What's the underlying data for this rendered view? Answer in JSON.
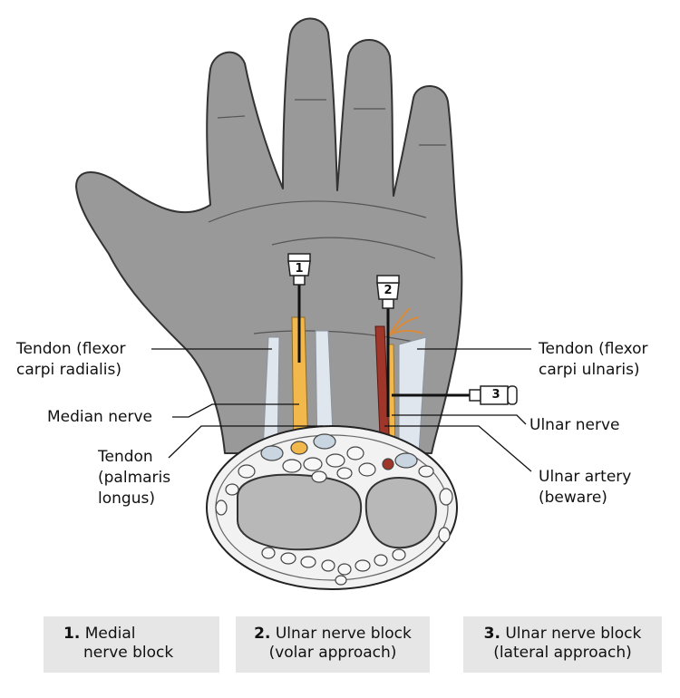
{
  "labels": {
    "fcr_tendon": [
      "Tendon (flexor",
      "carpi radialis)"
    ],
    "median_nerve": "Median nerve",
    "pl_tendon": [
      "Tendon",
      "(palmaris",
      "longus)"
    ],
    "fcu_tendon": [
      "Tendon (flexor",
      "carpi ulnaris)"
    ],
    "ulnar_nerve": "Ulnar nerve",
    "ulnar_artery": [
      "Ulnar artery",
      "(beware)"
    ]
  },
  "needles": [
    "1",
    "2",
    "3"
  ],
  "captions": [
    {
      "number": "1.",
      "line1": "Medial",
      "line2": "nerve block"
    },
    {
      "number": "2.",
      "line1": "Ulnar nerve block",
      "line2": "(volar approach)"
    },
    {
      "number": "3.",
      "line1": "Ulnar nerve block",
      "line2": "(lateral approach)"
    }
  ],
  "colors": {
    "hand": "#999999",
    "hand_outline": "#333333",
    "tendon": "#dfe6ee",
    "median_nerve": "#f2b84b",
    "ulnar_artery": "#a0352a",
    "bone": "#b8b8b8",
    "caption_bg": "#e6e6e6"
  }
}
